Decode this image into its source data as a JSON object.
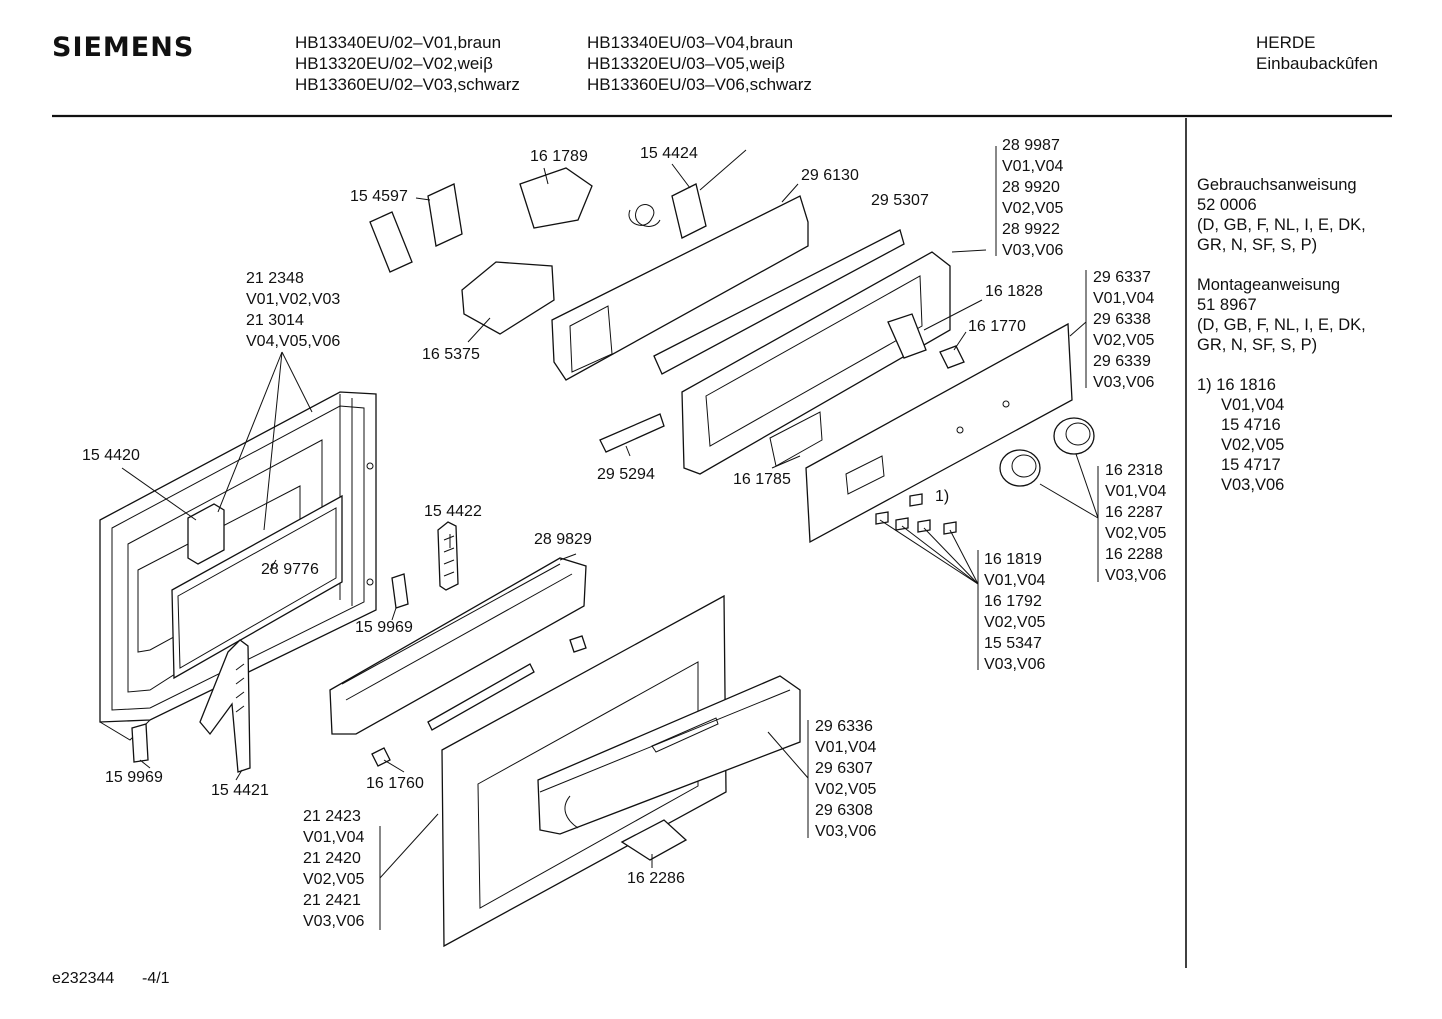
{
  "brand": "SIEMENS",
  "models": {
    "col1": [
      "HB13340EU/02–V01,braun",
      "HB13320EU/02–V02,weiβ",
      "HB13360EU/02–V03,schwarz"
    ],
    "col2": [
      "HB13340EU/03–V04,braun",
      "HB13320EU/03–V05,weiβ",
      "HB13360EU/03–V06,schwarz"
    ]
  },
  "category": {
    "line1": "HERDE",
    "line2": "Einbaubackûfen"
  },
  "side_notes": {
    "gebrauch": [
      "Gebrauchsanweisung",
      "52 0006",
      "(D, GB, F, NL, I, E, DK,",
      "GR, N, SF, S, P)"
    ],
    "montage": [
      "Montageanweisung",
      "51 8967",
      "(D, GB, F, NL, I, E, DK,",
      "GR, N, SF, S, P)"
    ],
    "footnote_first": "1)  16 1816",
    "footnote_rest": [
      "V01,V04",
      "15 4716",
      "V02,V05",
      "15 4717",
      "V03,V06"
    ]
  },
  "part_labels": {
    "p161789": "16 1789",
    "p154424": "15 4424",
    "p296130": "29 6130",
    "p154597": "15 4597",
    "p295307": "29 5307",
    "p165375": "16 5375",
    "p161828": "16 1828",
    "p161770": "16 1770",
    "p295294": "29 5294",
    "p161785": "16 1785",
    "p154420": "15 4420",
    "p289776": "28 9776",
    "p154422": "15 4422",
    "p289829": "28 9829",
    "p159969a": "15 9969",
    "p159969b": "15 9969",
    "p154421": "15 4421",
    "p161760": "16 1760",
    "p162286": "16 2286",
    "footnote_mark": "1)"
  },
  "part_groups": {
    "g_289987": [
      "28 9987",
      "V01,V04",
      "28 9920",
      "V02,V05",
      "28 9922",
      "V03,V06"
    ],
    "g_212348": [
      "21 2348",
      "V01,V02,V03",
      "21 3014",
      "V04,V05,V06"
    ],
    "g_296337": [
      "29 6337",
      "V01,V04",
      "29 6338",
      "V02,V05",
      "29 6339",
      "V03,V06"
    ],
    "g_162318": [
      "16 2318",
      "V01,V04",
      "16 2287",
      "V02,V05",
      "16 2288",
      "V03,V06"
    ],
    "g_161819": [
      "16 1819",
      "V01,V04",
      "16 1792",
      "V02,V05",
      "15 5347",
      "V03,V06"
    ],
    "g_296336": [
      "29 6336",
      "V01,V04",
      "29 6307",
      "V02,V05",
      "29 6308",
      "V03,V06"
    ],
    "g_212423": [
      "21 2423",
      "V01,V04",
      "21 2420",
      "V02,V05",
      "21 2421",
      "V03,V06"
    ]
  },
  "footer": {
    "drawing_id": "e232344",
    "sheet": "-4/1"
  }
}
